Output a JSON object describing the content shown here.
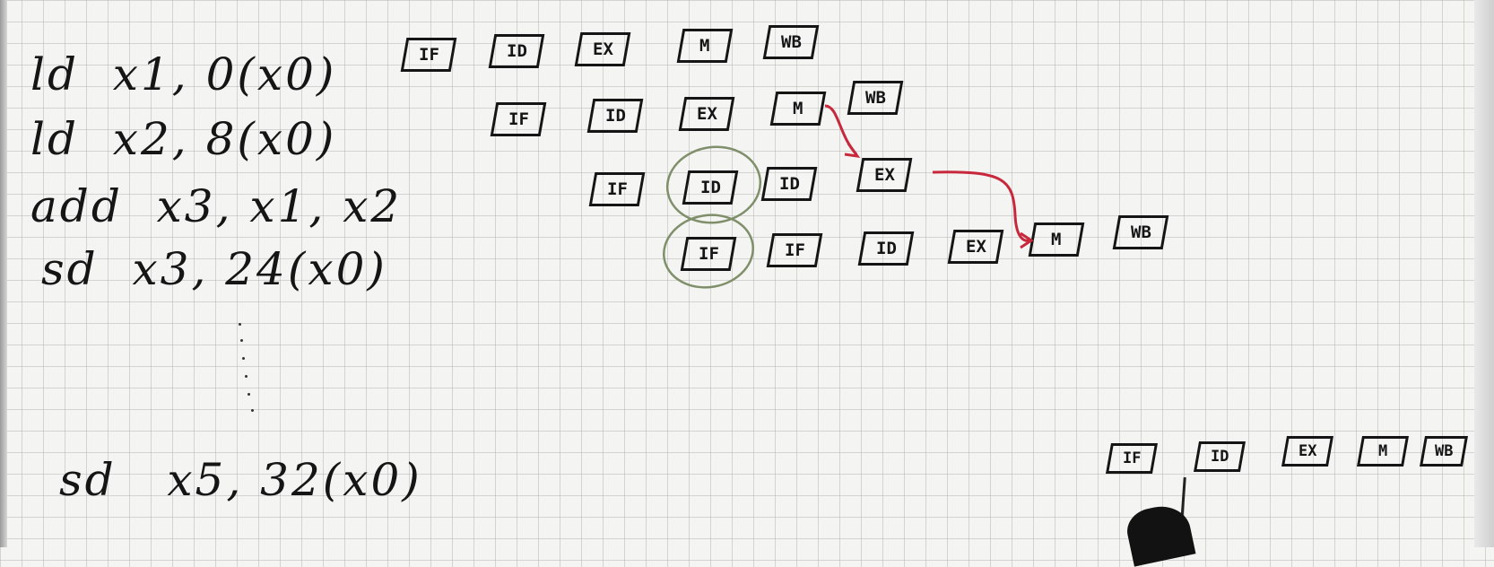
{
  "instructions": [
    {
      "text": "ld  x1, 0(x0)"
    },
    {
      "text": "ld  x2, 8(x0)"
    },
    {
      "text": "add  x3, x1, x2"
    },
    {
      "text": "sd  x3, 24(x0)"
    },
    {
      "text": "sd   x5, 32(x0)"
    }
  ],
  "pipeline": {
    "row1": [
      "IF",
      "ID",
      "EX",
      "M",
      "WB"
    ],
    "row2": [
      "IF",
      "ID",
      "EX",
      "M",
      "WB"
    ],
    "row3": [
      "IF",
      "ID",
      "ID",
      "EX"
    ],
    "row4": [
      "IF",
      "IF",
      "ID",
      "EX",
      "M",
      "WB"
    ],
    "row5": [
      "IF",
      "ID",
      "EX",
      "M",
      "WB"
    ]
  },
  "colors": {
    "ink": "#151515",
    "forward_arrow": "#c8283c",
    "stall_circle": "#7f8f6a",
    "grid": "#969696"
  }
}
